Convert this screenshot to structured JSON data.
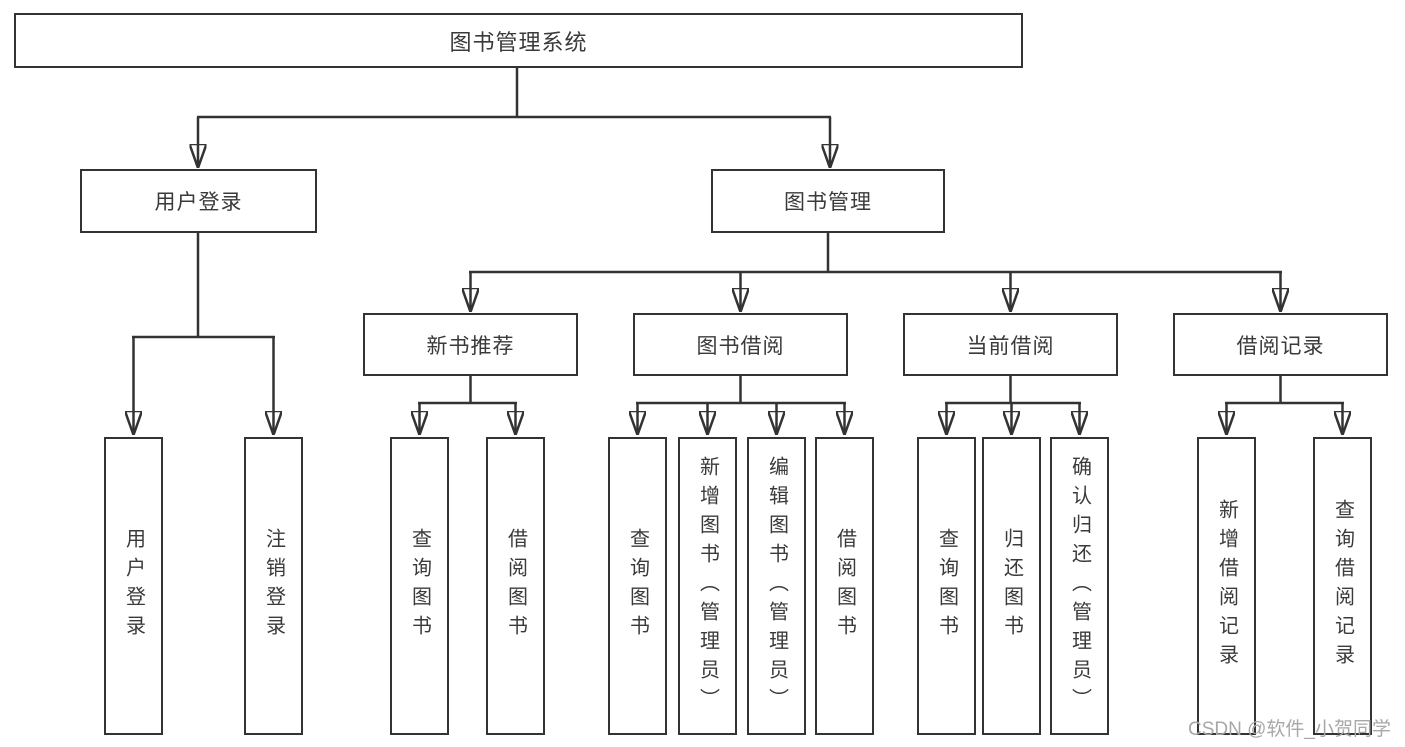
{
  "diagram_title": "图书管理系统",
  "nodes": {
    "root": "图书管理系统",
    "user_login": "用户登录",
    "book_mgmt": "图书管理",
    "new_book_rec": "新书推荐",
    "book_borrow": "图书借阅",
    "current_borrow": "当前借阅",
    "borrow_records": "借阅记录",
    "ul_login": "用户登录",
    "ul_logout": "注销登录",
    "nb_query": "查询图书",
    "nb_borrow": "借阅图书",
    "bb_query": "查询图书",
    "bb_add": "新增图书（管理员）",
    "bb_edit": "编辑图书（管理员）",
    "bb_borrow": "借阅图书",
    "cb_query": "查询图书",
    "cb_return": "归还图书",
    "cb_confirm": "确认归还（管理员）",
    "br_add": "新增借阅记录",
    "br_query": "查询借阅记录"
  },
  "hierarchy": {
    "图书管理系统": {
      "用户登录": [
        "用户登录",
        "注销登录"
      ],
      "图书管理": {
        "新书推荐": [
          "查询图书",
          "借阅图书"
        ],
        "图书借阅": [
          "查询图书",
          "新增图书（管理员）",
          "编辑图书（管理员）",
          "借阅图书"
        ],
        "当前借阅": [
          "查询图书",
          "归还图书",
          "确认归还（管理员）"
        ],
        "借阅记录": [
          "新增借阅记录",
          "查询借阅记录"
        ]
      }
    }
  },
  "watermark": {
    "text": "CSDN @软件_小贺同学"
  },
  "colors": {
    "line": "#333333",
    "text": "#3a3a3a",
    "watermark": "#a8a8a8",
    "bg": "#ffffff"
  }
}
